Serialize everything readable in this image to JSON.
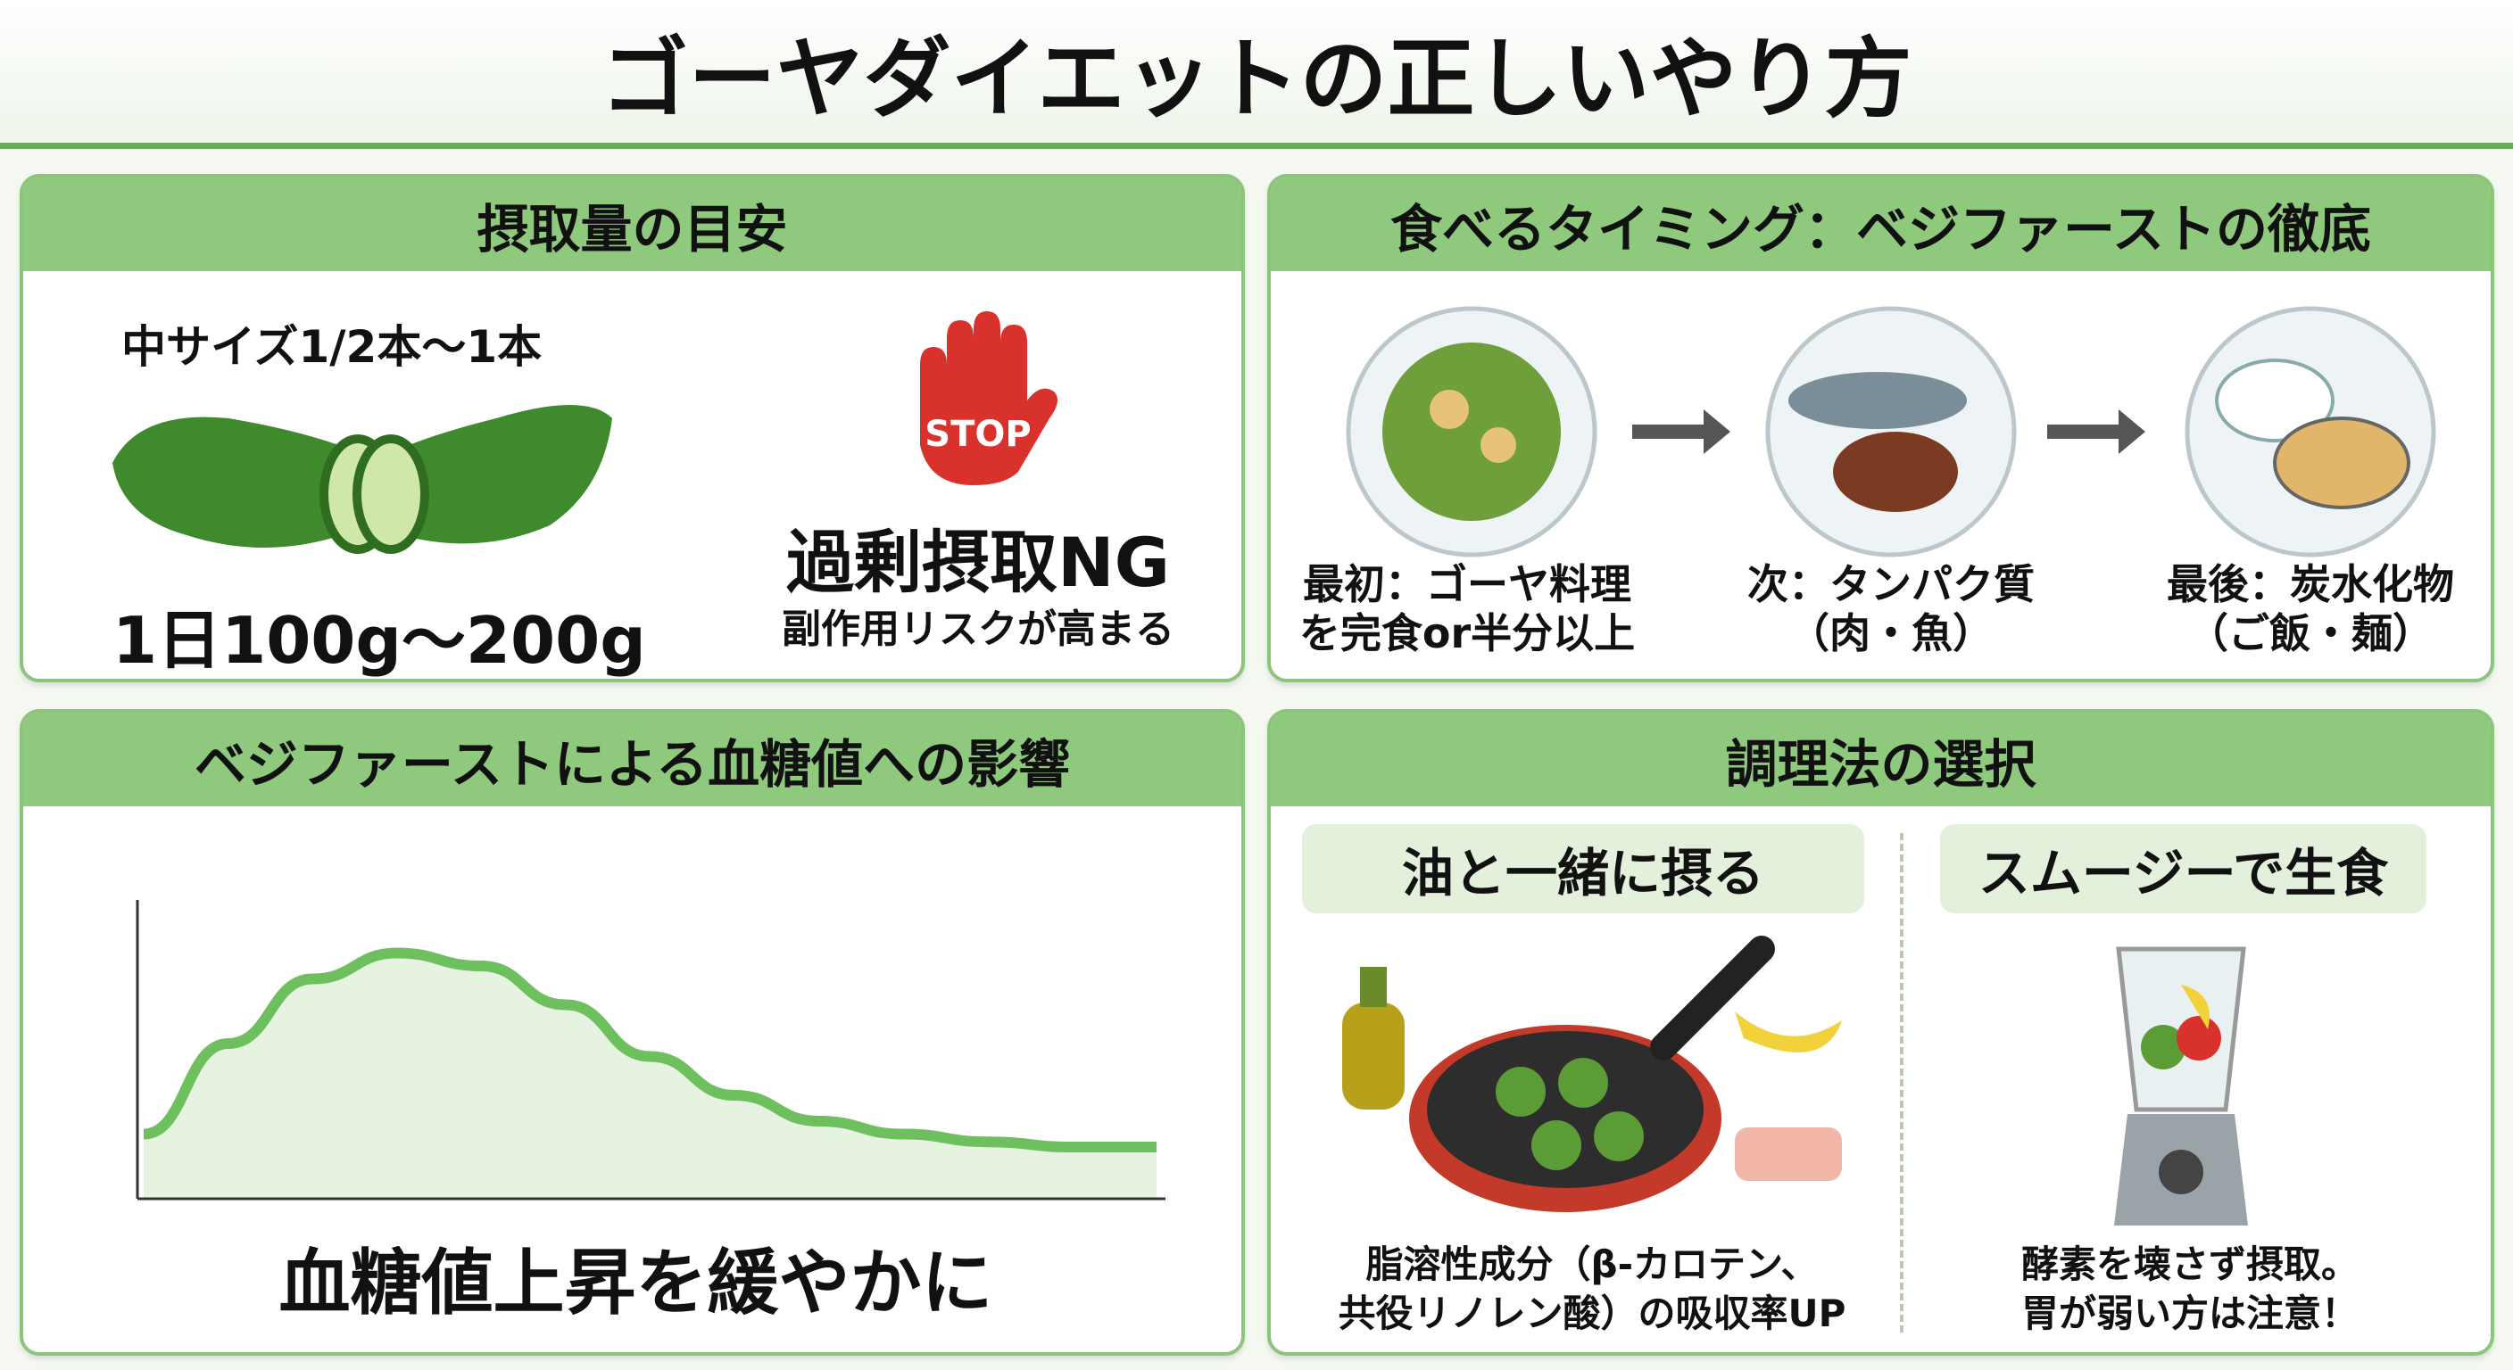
{
  "title": "ゴーヤダイエットの正しいやり方",
  "intake": {
    "header": "摂取量の目安",
    "size": "中サイズ1/2本〜1本",
    "amount": "1日100g〜200g",
    "stop_sign": "STOP",
    "ng": "過剰摂取NG",
    "ng_sub": "副作用リスクが高まる"
  },
  "timing": {
    "header": "食べるタイミング：ベジファーストの徹底",
    "steps": [
      {
        "line1": "最初：ゴーヤ料理",
        "line2": "を完食or半分以上"
      },
      {
        "line1": "次：タンパク質",
        "line2": "（肉・魚）"
      },
      {
        "line1": "最後：炭水化物",
        "line2": "（ご飯・麺）"
      }
    ]
  },
  "glucose": {
    "header": "ベジファーストによる血糖値への影響",
    "caption": "血糖値上昇を緩やかに"
  },
  "chart_data": {
    "type": "area",
    "title": "",
    "xlabel": "",
    "ylabel": "",
    "grid": false,
    "values": [
      0.25,
      0.6,
      0.85,
      0.95,
      0.9,
      0.75,
      0.55,
      0.4,
      0.3,
      0.25,
      0.22,
      0.2,
      0.2
    ],
    "color": "#6ebf5e"
  },
  "cooking": {
    "header": "調理法の選択",
    "left": {
      "title": "油と一緒に摂る",
      "line1": "脂溶性成分（β-カロテン、",
      "line2": "共役リノレン酸）の吸収率UP"
    },
    "right": {
      "title": "スムージーで生食",
      "line1": "酵素を壊さず摂取。",
      "line2": "胃が弱い方は注意！"
    }
  },
  "colors": {
    "accent": "#8fc97e",
    "border": "#8cc47c",
    "stop": "#d9312b"
  }
}
